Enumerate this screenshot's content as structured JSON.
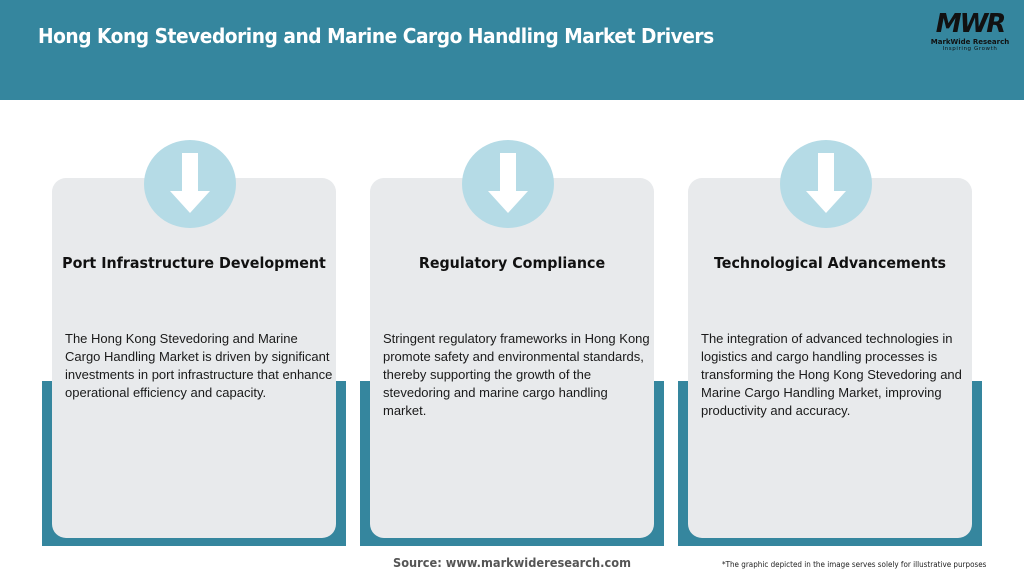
{
  "header": {
    "title": "Hong Kong Stevedoring and Marine Cargo Handling Market Drivers",
    "background_color": "#35869e"
  },
  "logo": {
    "mark": "MWR",
    "name": "MarkWide Research",
    "tagline": "Inspiring Growth"
  },
  "cards": [
    {
      "icon": "arrow-down-icon",
      "title": "Port Infrastructure Development",
      "text": "The Hong Kong Stevedoring and Marine Cargo Handling Market is driven by significant investments in port infrastructure that enhance operational efficiency and capacity."
    },
    {
      "icon": "arrow-down-icon",
      "title": "Regulatory Compliance",
      "text": "Stringent regulatory frameworks in Hong Kong promote safety and environmental standards, thereby supporting the growth of the stevedoring and marine cargo handling market."
    },
    {
      "icon": "arrow-down-icon",
      "title": "Technological Advancements",
      "text": "The integration of advanced technologies in logistics and cargo handling processes is transforming the Hong Kong Stevedoring and Marine Cargo Handling Market, improving productivity and accuracy."
    }
  ],
  "colors": {
    "accent": "#35869e",
    "card_bg": "#e8eaec",
    "icon_circle": "#b5dbe6"
  },
  "footer": {
    "source": "Source: www.markwideresearch.com",
    "disclaimer": "*The graphic depicted in the image serves solely for illustrative purposes"
  }
}
